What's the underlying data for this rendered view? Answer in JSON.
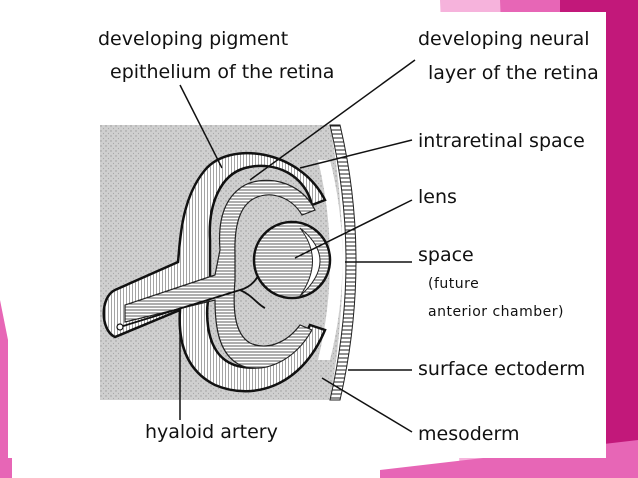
{
  "diagram": {
    "labels": {
      "pigment_epithelium": [
        "developing pigment",
        "epithelium of the retina"
      ],
      "neural_layer": [
        "developing neural",
        "layer of the retina"
      ],
      "intraretinal_space": "intraretinal space",
      "lens": "lens",
      "space": "space",
      "future": "(future",
      "anterior_chamber": "anterior chamber)",
      "surface_ectoderm": "surface ectoderm",
      "hyaloid_artery": "hyaloid artery",
      "mesoderm": "mesoderm"
    }
  },
  "colors": {
    "accent_magenta": "#c2187a",
    "accent_pink": "#e766b6",
    "accent_light_pink": "#f6b3dc",
    "mesenchyme_gray": "#cfcfcf",
    "ink": "#111111"
  }
}
